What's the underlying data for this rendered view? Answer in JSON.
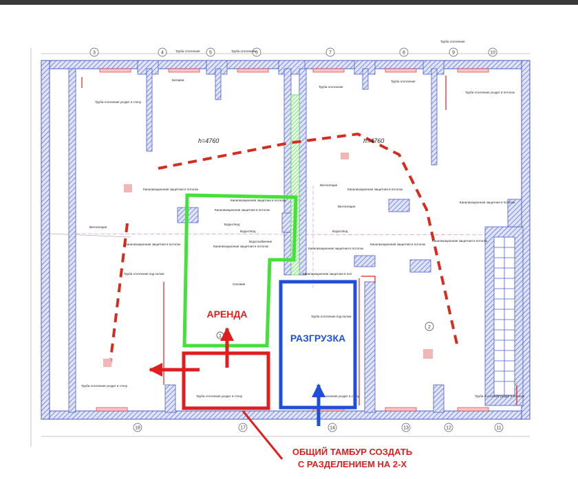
{
  "colors": {
    "wall": "#4a5cc9",
    "wall_fill": "#dfe3f6",
    "red": "#e01e1e",
    "green": "#45e03a",
    "blue": "#1f4fd8",
    "dash_red": "#d62c1f",
    "hatch_green": "#5ad65a"
  },
  "labels": {
    "arenda": "АРЕНДА",
    "razgruzka": "РАЗГРУЗКА",
    "tambur_line1": "ОБЩИЙ ТАМБУР СОЗДАТЬ",
    "tambur_line2": "С РАЗДЕЛЕНИЕМ НА 2-Х",
    "height_left": "h=4760",
    "height_right": "h=4760",
    "room_1": "1",
    "room_2": "2"
  },
  "axes_top": [
    "3",
    "4",
    "5",
    "6",
    "7",
    "8",
    "9",
    "10"
  ],
  "axes_bottom": [
    "18",
    "17",
    "14",
    "13",
    "12",
    "11"
  ],
  "notes": {
    "pipe_heating": "Труба отопления",
    "pipe_floor": "Труба отопления под полом",
    "pipe_wall": "Труба отопления уходит в стену",
    "pipe_ceiling": "Труба отопления уходит в потолок",
    "ventilation": "Вентиляция",
    "sewer_floor": "Канализационная защитная в пол",
    "sewer_ceiling": "Канализационная защитная в потолок",
    "water_supply": "Водоснабжение",
    "water_outlet": "Водоотвод",
    "batteries": "Батареи",
    "power": "Силовая"
  }
}
